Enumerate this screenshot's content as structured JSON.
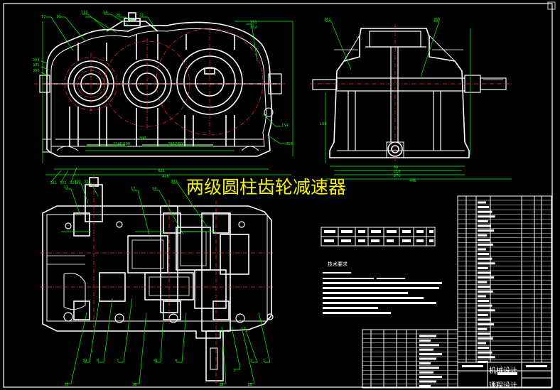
{
  "drawing": {
    "title": "两级圆柱齿轮减速器",
    "tech_req_heading": "技术要求",
    "title_block_line1": "机械设计",
    "title_block_line2": "课程设计",
    "colors": {
      "background": "#000000",
      "outline": "#ffffff",
      "leader": "#00ff00",
      "center": "#ff3030",
      "dimension": "#00c0c0",
      "title": "#f4f400"
    }
  }
}
